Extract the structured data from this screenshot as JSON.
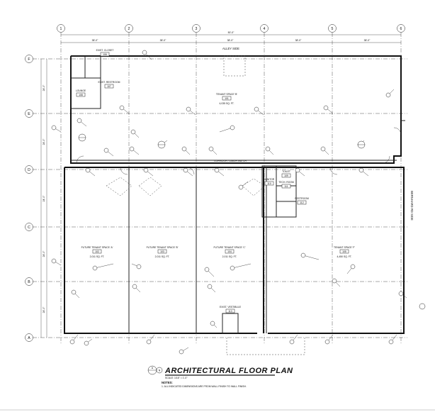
{
  "grid_columns": [
    "1",
    "2",
    "3",
    "4",
    "5",
    "6"
  ],
  "grid_rows": [
    "F",
    "E",
    "D",
    "C",
    "B",
    "A"
  ],
  "overall_dimension": "50'-0\"",
  "bay_dimensions": [
    "38'-0\"",
    "38'-0\"",
    "38'-0\"",
    "38'-0\"",
    "38'-0\""
  ],
  "row_dimensions": [
    "24'-0\"",
    "24'-0\"",
    "24'-0\"",
    "24'-0\"",
    "24'-0\""
  ],
  "alley_label": "ALLEY SIDE",
  "street_label": "BERNHARD RD SIDE",
  "corridor_label": "CORRIDOR / LABOR WATCH",
  "spaces": [
    {
      "name": "TENANT SPACE 'B'",
      "number": "101",
      "area": "4,035 SQ. FT."
    },
    {
      "name": "FUTURE TENANT SPACE 'A'",
      "number": "102",
      "area": "2,011 SQ. FT."
    },
    {
      "name": "FUTURE TENANT SPACE 'B'",
      "number": "103",
      "area": "2,011 SQ. FT."
    },
    {
      "name": "FUTURE TENANT SPACE 'C'",
      "number": "104",
      "area": "2,011 SQ. FT."
    },
    {
      "name": "TENANT SPACE 'F'",
      "number": "105",
      "area": "4,450 SQ. FT."
    }
  ],
  "small_rooms": [
    {
      "name": "EXIST. CLOSET",
      "number": "106"
    },
    {
      "name": "EXIST. RESTROOM",
      "number": "107"
    },
    {
      "name": "LOUNGE",
      "number": "108"
    },
    {
      "name": "TOILET",
      "number": "109"
    },
    {
      "name": "JANITOR",
      "number": "110"
    },
    {
      "name": "TECH. ROOM",
      "number": "111"
    },
    {
      "name": "RESTROOM",
      "number": "112"
    },
    {
      "name": "EXIST. VESTIBULE",
      "number": "113"
    }
  ],
  "drawing_title": "ARCHITECTURAL FLOOR PLAN",
  "scale_note": "SCALE: 1/16\" = 1'-0\"",
  "north_label": "N",
  "sheet_number": "A",
  "notes_heading": "NOTES:",
  "notes": [
    "1. ALL INDICATED DIMENSIONS ARE FROM WALL FINISH TO WALL FINISH."
  ]
}
